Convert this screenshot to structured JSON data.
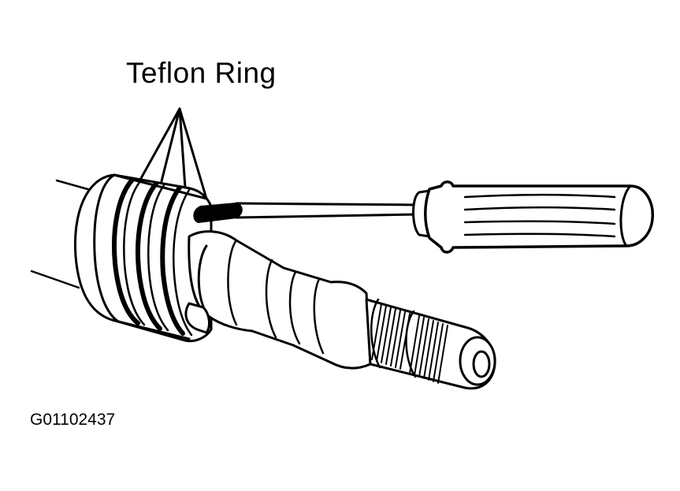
{
  "callout": {
    "text": "Teflon Ring"
  },
  "figure_id": {
    "text": "G01102437"
  },
  "colors": {
    "ink": "#000000",
    "paper": "#ffffff"
  },
  "parts": [
    "shaft",
    "teflon-ring-grooves",
    "spline",
    "screwdriver"
  ]
}
